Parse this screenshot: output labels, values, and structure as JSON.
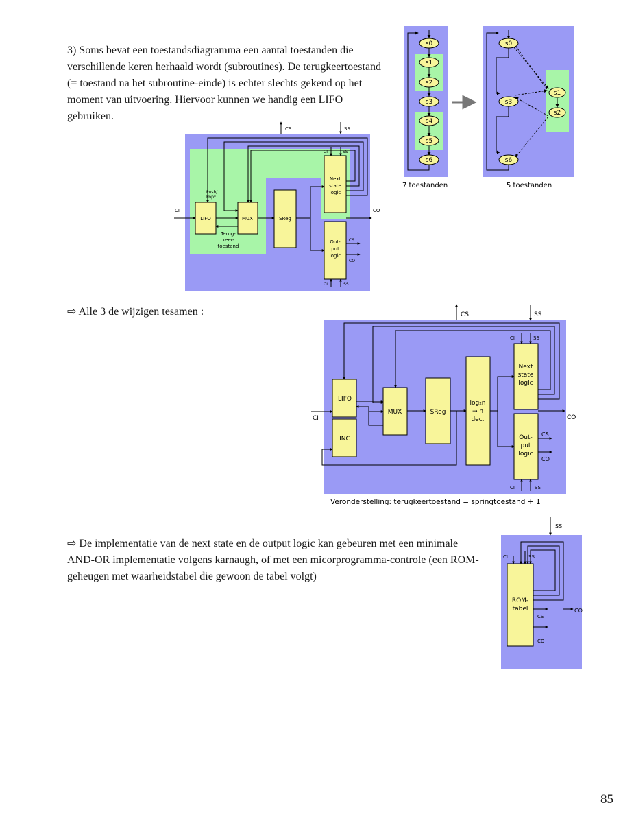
{
  "para1": {
    "intro": "3) Soms bevat een toestandsdiagramma een aantal toestanden die verschillende keren herhaald wordt (subroutines). De terugkeertoestand (= toestand na het subroutine-einde) is echter slechts gekend op het moment van uitvoering. Hiervoor kunnen we handig een LIFO gebruiken."
  },
  "para2": {
    "text": "⇨ Alle 3 de wijzigen tesamen :"
  },
  "para3": {
    "text": "⇨ De implementatie van de next state en de output logic kan gebeuren met een minimale AND-OR implementatie volgens karnaugh, of met een micorprogramma-controle (een ROM-geheugen met waarheidstabel die gewoon de tabel volgt)"
  },
  "state_diagram": {
    "left_states": [
      "s0",
      "s1",
      "s2",
      "s3",
      "s4",
      "s5",
      "s6"
    ],
    "right_states": [
      "s0",
      "s3",
      "s6",
      "s1",
      "s2"
    ],
    "left_caption": "7 toestanden",
    "right_caption": "5 toestanden"
  },
  "lifo_diagram": {
    "cs": "CS",
    "ss": "SS",
    "ci": "CI",
    "co": "CO",
    "lifo": "LIFO",
    "mux": "MUX",
    "sreg": "SReg",
    "next": [
      "Next",
      "state",
      "logic"
    ],
    "out": [
      "Out-",
      "put",
      "logic"
    ],
    "push": [
      "Push/",
      "Pop*"
    ],
    "terug": [
      "Terug-",
      "keer-",
      "toestand"
    ]
  },
  "combined_diagram": {
    "cs": "CS",
    "ss": "SS",
    "ci": "CI",
    "co": "CO",
    "lifo": "LIFO",
    "inc": "INC",
    "mux": "MUX",
    "sreg": "SReg",
    "dec": [
      "log₂n",
      "→ n",
      "dec."
    ],
    "next": [
      "Next",
      "state",
      "logic"
    ],
    "out": [
      "Out-",
      "put",
      "logic"
    ],
    "caption": "Veronderstelling: terugkeertoestand = springtoestand + 1"
  },
  "rom_diagram": {
    "ss": "SS",
    "ci": "CI",
    "cs": "CS",
    "co": "CO",
    "rom": [
      "ROM-",
      "tabel"
    ]
  },
  "page": {
    "number": "85"
  },
  "colors": {
    "blue": "#9a9af5",
    "green": "#a8f5a8",
    "yellow": "#f8f59a"
  }
}
